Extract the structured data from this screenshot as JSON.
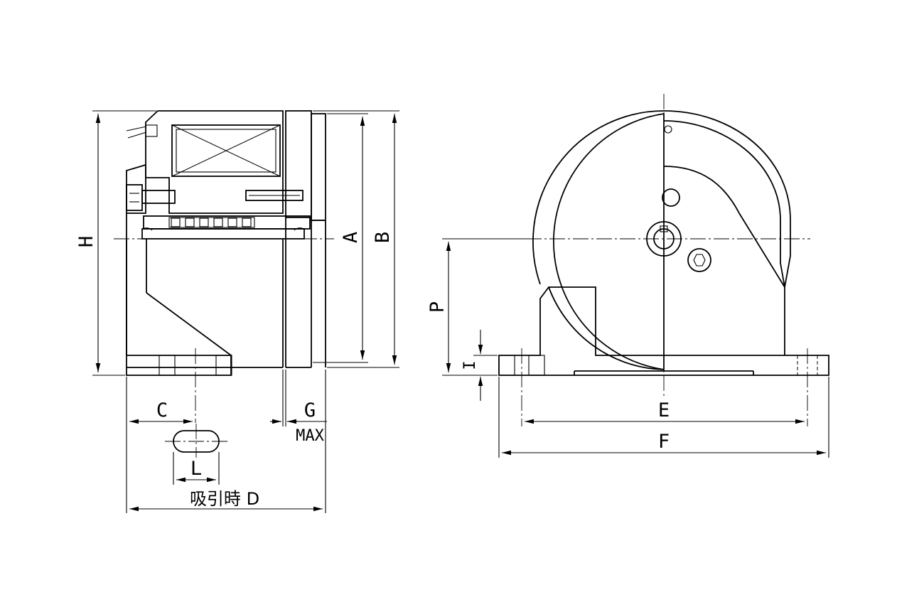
{
  "dimensions": {
    "H": "H",
    "A": "A",
    "B": "B",
    "C": "C",
    "G": "G",
    "G_note": "MAX",
    "L": "L",
    "D": "吸引時 D",
    "P": "P",
    "I": "I",
    "E": "E",
    "F": "F"
  }
}
